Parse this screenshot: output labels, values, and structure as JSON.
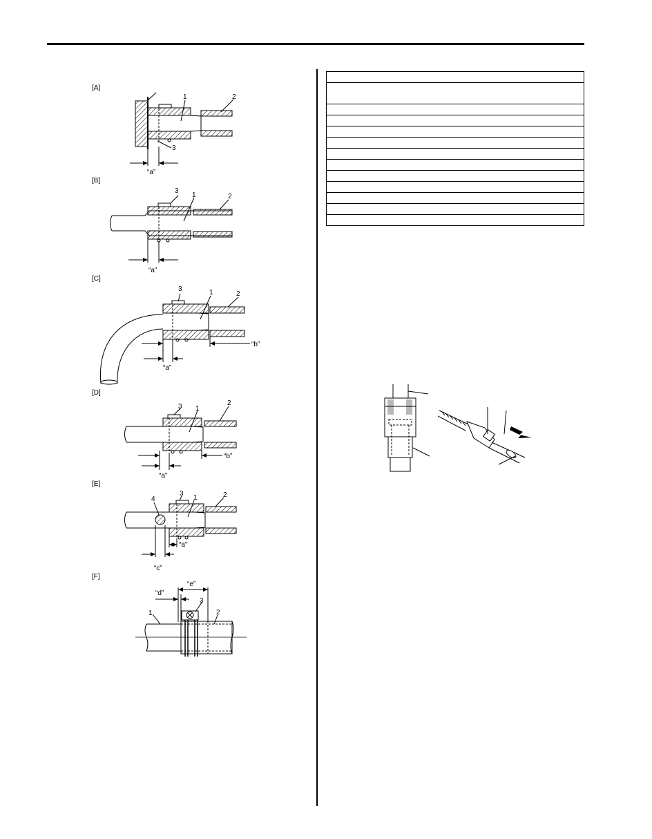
{
  "figures": {
    "A": {
      "label": "[A]",
      "n1": "1",
      "n2": "2",
      "n3": "3",
      "dim_a": "“a”"
    },
    "B": {
      "label": "[B]",
      "n1": "1",
      "n2": "2",
      "n3": "3",
      "dim_a": "“a”"
    },
    "C": {
      "label": "[C]",
      "n1": "1",
      "n2": "2",
      "n3": "3",
      "dim_a": "“a”",
      "dim_b": "“b”"
    },
    "D": {
      "label": "[D]",
      "n1": "1",
      "n2": "2",
      "n3": "3",
      "dim_a": "“a”",
      "dim_b": "“b”"
    },
    "E": {
      "label": "[E]",
      "n1": "1",
      "n2": "2",
      "n3": "3",
      "n4": "4",
      "dim_a": "“a”",
      "dim_c": "“c”"
    },
    "F": {
      "label": "[F]",
      "n1": "1",
      "n2": "2",
      "n3": "3",
      "dim_d": "“d”",
      "dim_e": "“e”"
    }
  },
  "table": {
    "rows": [
      "",
      "",
      "",
      "",
      "",
      "",
      "",
      "",
      "",
      "",
      "",
      "",
      ""
    ]
  }
}
